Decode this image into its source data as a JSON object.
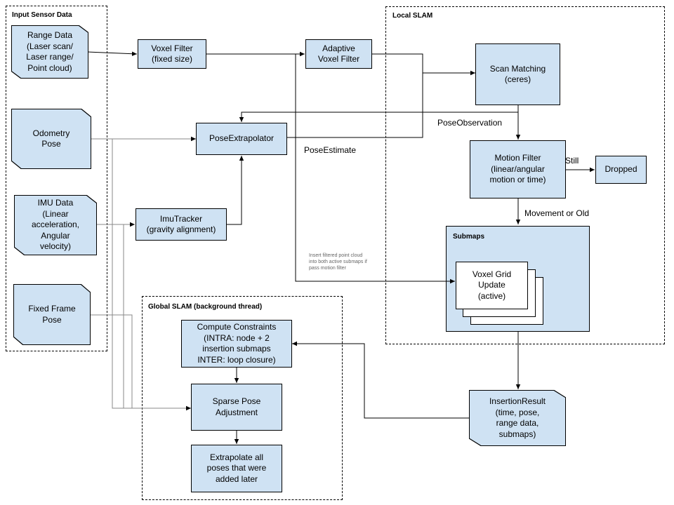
{
  "groups": {
    "input": "Input Sensor Data",
    "local": "Local SLAM",
    "global": "Global SLAM (background thread)",
    "submaps": "Submaps"
  },
  "nodes": {
    "range_data": "Range Data\n(Laser scan/\nLaser range/\nPoint cloud)",
    "odometry_pose": "Odometry\nPose",
    "imu_data": "IMU Data\n(Linear\nacceleration,\nAngular\nvelocity)",
    "fixed_frame_pose": "Fixed Frame\nPose",
    "voxel_filter": "Voxel Filter\n(fixed size)",
    "adaptive_voxel_filter": "Adaptive\nVoxel Filter",
    "pose_extrapolator": "PoseExtrapolator",
    "imu_tracker": "ImuTracker\n(gravity alignment)",
    "scan_matching": "Scan Matching\n(ceres)",
    "motion_filter": "Motion Filter\n(linear/angular\nmotion or time)",
    "dropped": "Dropped",
    "voxel_grid_update": "Voxel Grid\nUpdate\n(active)",
    "compute_constraints": "Compute Constraints\n(INTRA: node + 2\ninsertion submaps\nINTER: loop closure)",
    "sparse_pose_adjustment": "Sparse Pose\nAdjustment",
    "extrapolate_poses": "Extrapolate all\nposes that were\nadded later",
    "insertion_result": "InsertionResult\n(time, pose,\nrange data,\nsubmaps)"
  },
  "edge_labels": {
    "pose_observation": "PoseObservation",
    "pose_estimate": "PoseEstimate",
    "still": "Still",
    "movement_or_old": "Movement or Old",
    "insert_note": "Insert filtered point cloud\ninto both active submaps if\npass motion filter"
  },
  "colors": {
    "node_fill": "#cfe2f3",
    "stroke": "#000000",
    "thin_edge": "#888888"
  }
}
